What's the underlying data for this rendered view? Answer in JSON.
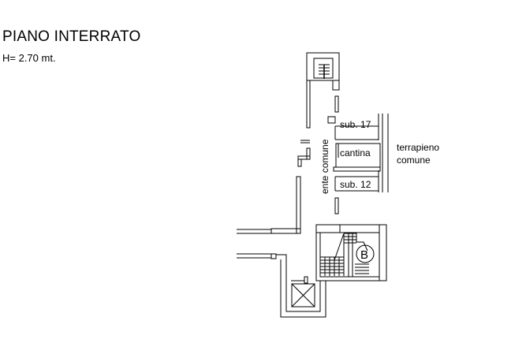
{
  "header": {
    "title": "PIANO INTERRATO",
    "height_note": "H= 2.70 mt."
  },
  "plan": {
    "labels": {
      "sub17": "sub. 17",
      "cantina": "cantina",
      "sub12": "sub. 12",
      "ente_comune": "ente comune",
      "terrapieno_line1": "terrapieno",
      "terrapieno_line2": "comune",
      "stair_marker": "B"
    },
    "colors": {
      "ink": "#000000",
      "background": "#ffffff"
    }
  }
}
